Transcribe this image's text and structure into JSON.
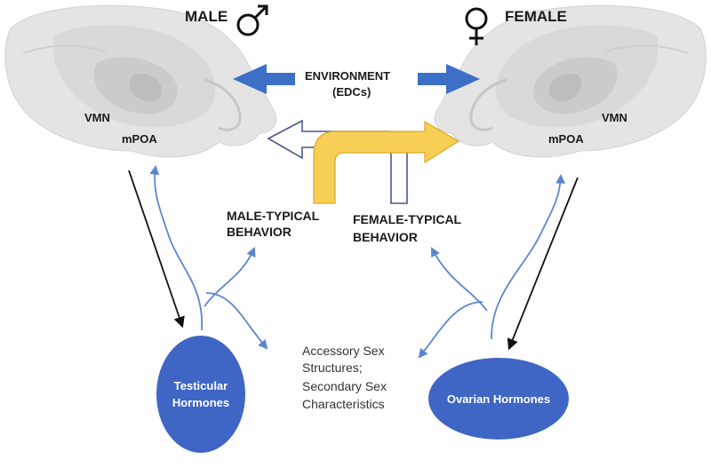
{
  "labels": {
    "male": "MALE",
    "female": "FEMALE",
    "environment": "ENVIRONMENT",
    "edcs": "(EDCs)",
    "vmn_left": "VMN",
    "mpoa_left": "mPOA",
    "vmn_right": "VMN",
    "mpoa_right": "mPOA",
    "male_behavior_line1": "MALE-TYPICAL",
    "male_behavior_line2": "BEHAVIOR",
    "female_behavior_line1": "FEMALE-TYPICAL",
    "female_behavior_line2": "BEHAVIOR",
    "accessory_line1": "Accessory Sex",
    "accessory_line2": "Structures;",
    "accessory_line3": "Secondary Sex",
    "accessory_line4": "Characteristics",
    "testicular_line1": "Testicular",
    "testicular_line2": "Hormones",
    "ovarian": "Ovarian Hormones"
  },
  "icons": {
    "male_symbol": "mars-icon",
    "female_symbol": "venus-icon"
  },
  "colors": {
    "hormone_fill": "#3f66c4",
    "environment_arrow": "#3d6fc7",
    "curve_arrow": "#5b86cf",
    "female_behavior_arrow": "#f7cf55",
    "brain_fill": "#e3e3e3"
  }
}
